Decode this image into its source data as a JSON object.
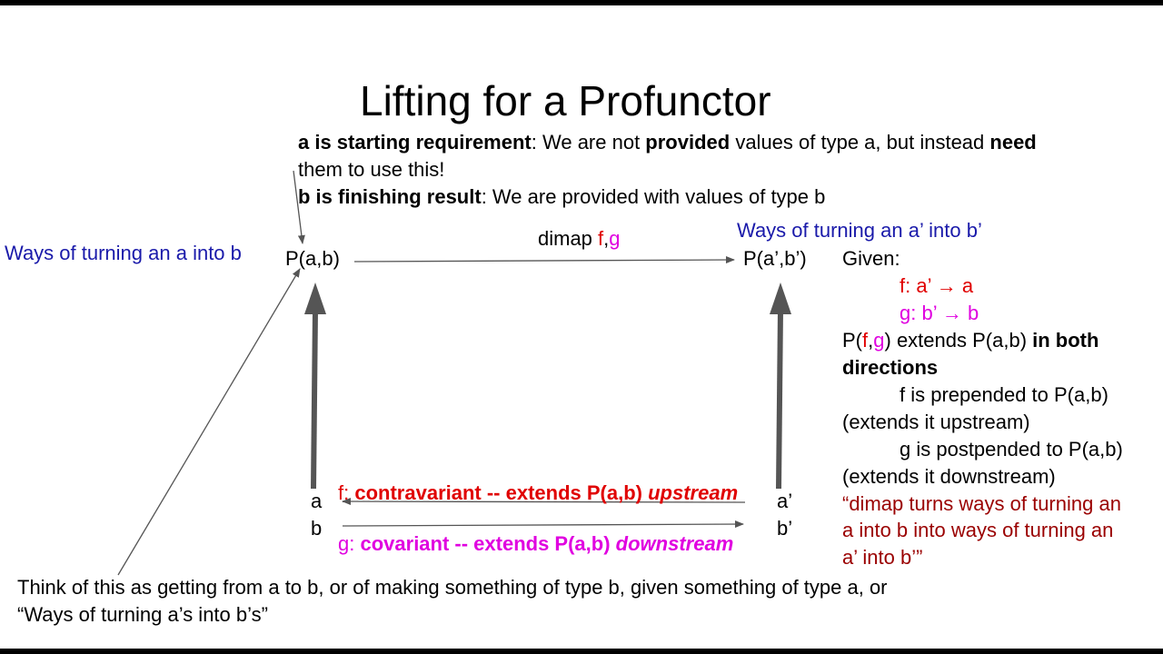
{
  "title": "Lifting for a Profunctor",
  "intro": {
    "a_bold": "a is starting requirement",
    "a_rest1": ": We are not ",
    "a_provided": "provided",
    "a_rest2": " values of type a, but instead ",
    "a_need": "need",
    "a_line2": "them to use this!",
    "b_bold": "b is finishing result",
    "b_rest": ": We are provided with values of type b"
  },
  "left": {
    "caption": "Ways of turning an a into b",
    "node": "P(a,b)",
    "var_a": "a",
    "var_b": "b"
  },
  "right": {
    "caption": "Ways of turning an a’ into b’",
    "node": "P(a’,b’)",
    "var_a": "a’",
    "var_b": "b’"
  },
  "dimap": {
    "label": "dimap ",
    "f": "f",
    "comma": ",",
    "g": "g"
  },
  "contra": {
    "f": "f",
    "colon": ": ",
    "text": "contravariant -- extends P(a,b) ",
    "emph": "upstream"
  },
  "cov": {
    "g": "g",
    "colon": ": ",
    "text": "covariant -- extends P(a,b) ",
    "emph": "downstream"
  },
  "given": {
    "heading": "Given:",
    "f_line": "f: a’ → a",
    "g_line": "g: b’ → b",
    "p_open": "P(",
    "p_f": "f",
    "p_comma": ",",
    "p_g": "g",
    "p_close": ") extends P(a,b) ",
    "in_both": "in both",
    "directions": "directions",
    "f_prepend": "f is prepended to P(a,b)",
    "upstream": "(extends it upstream)",
    "g_postpend": "g is postpended to P(a,b)",
    "downstream": "(extends it downstream)",
    "quote1": "“dimap turns ways of turning an",
    "quote2": "a into b into ways of turning an",
    "quote3": "a’ into b’”"
  },
  "bottom": {
    "line1": "Think of this as getting from a to b, or of making something of type b, given something of type a, or",
    "line2": "“Ways of turning a’s into b’s”"
  },
  "colors": {
    "red": "#e00000",
    "magenta": "#e000e0",
    "blue": "#1a1aaa",
    "dark_red": "#9a0000",
    "arrow": "#555555"
  }
}
